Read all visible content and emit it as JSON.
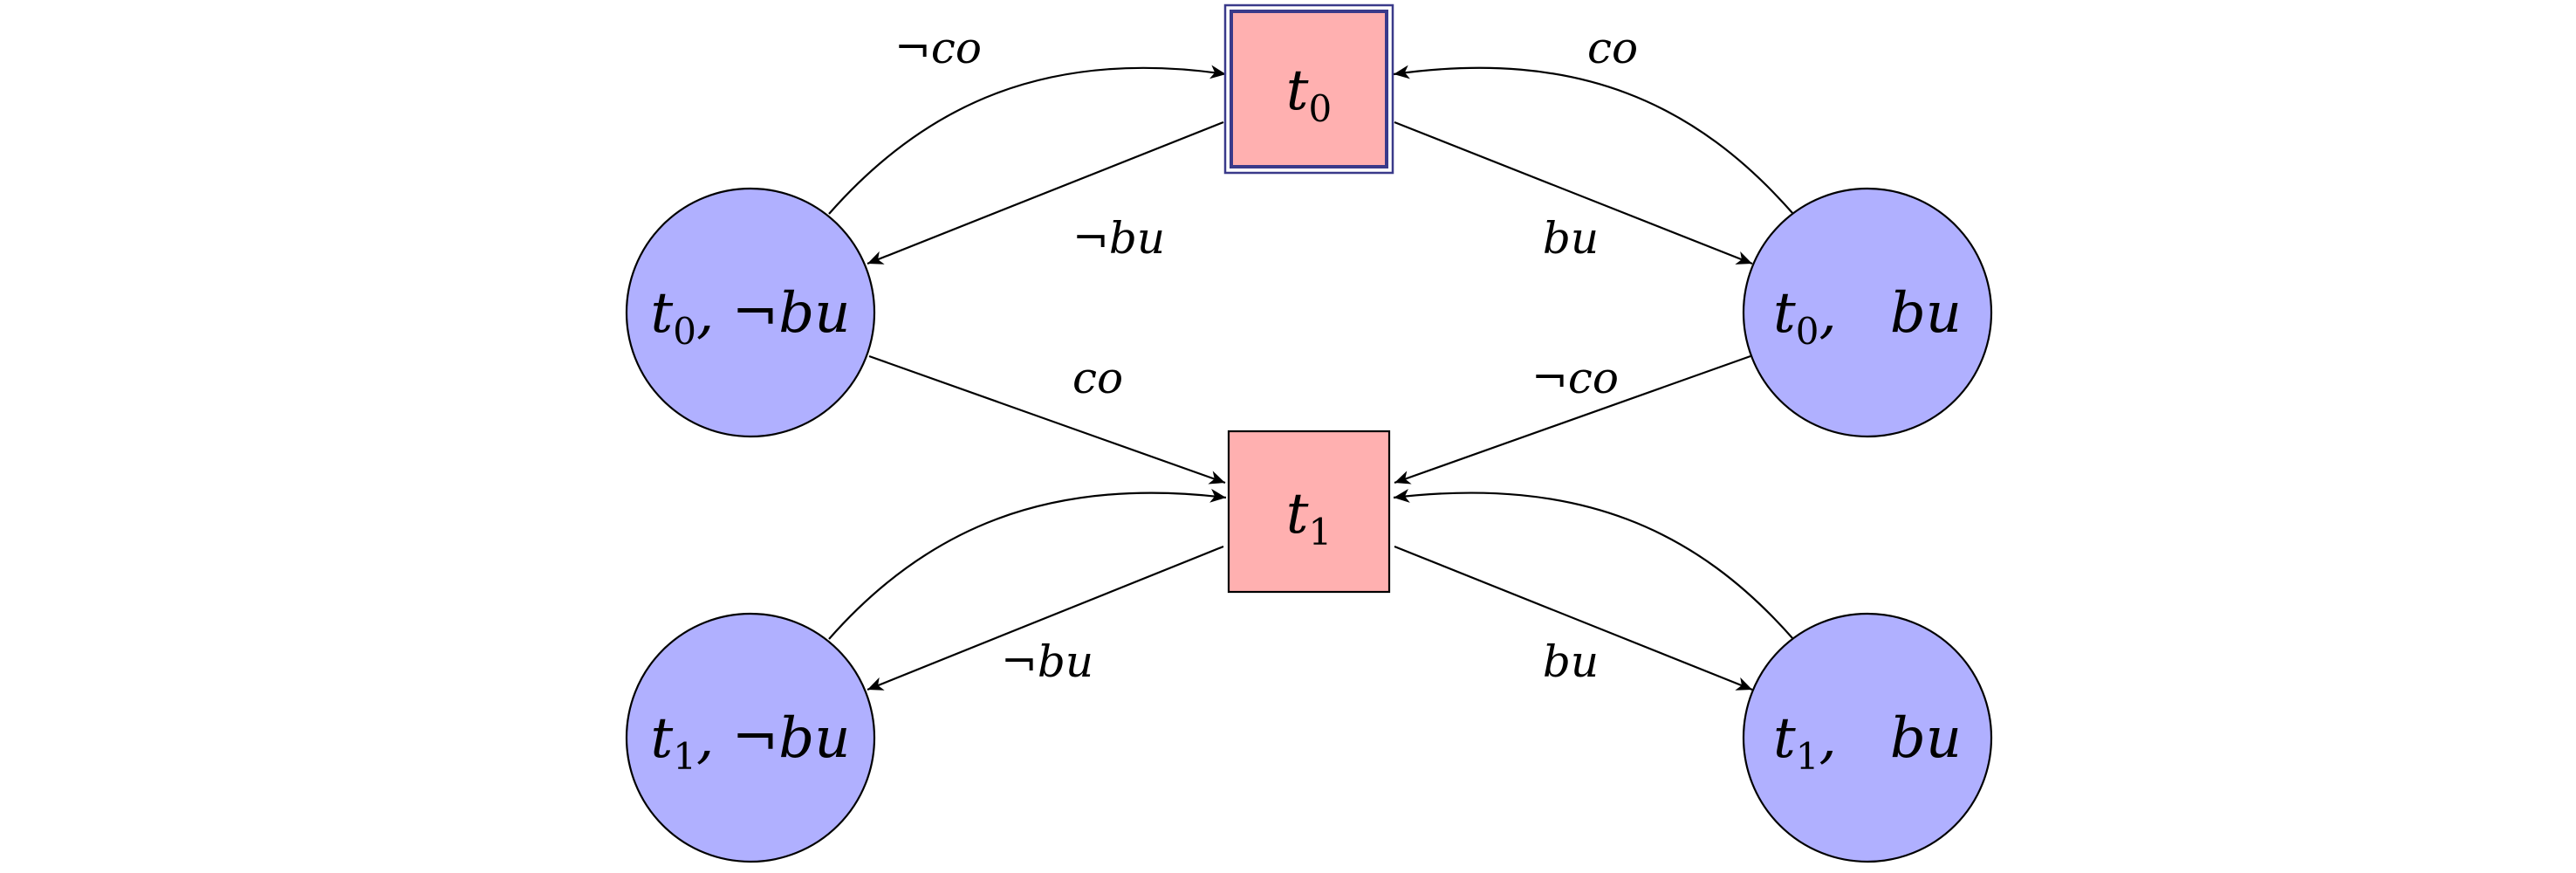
{
  "colors": {
    "state_fill": "#ffb0b0",
    "choice_fill": "#b0b0ff",
    "initial_border": "#3a3a8a"
  },
  "nodes": {
    "t0": {
      "base": "t",
      "sub": "0",
      "rest": ""
    },
    "t1": {
      "base": "t",
      "sub": "1",
      "rest": ""
    },
    "t0_not_bu": {
      "base": "t",
      "sub": "0",
      "rest": ", ¬bu"
    },
    "t0_bu": {
      "base": "t",
      "sub": "0",
      "rest": ",   bu"
    },
    "t1_not_bu": {
      "base": "t",
      "sub": "1",
      "rest": ", ¬bu"
    },
    "t1_bu": {
      "base": "t",
      "sub": "1",
      "rest": ",   bu"
    }
  },
  "edges": {
    "t0_not_bu_to_t0": "¬co",
    "t0_bu_to_t0": "co",
    "t0_to_t0_not_bu": "¬bu",
    "t0_to_t0_bu": "bu",
    "t0_not_bu_to_t1": "co",
    "t0_bu_to_t1": "¬co",
    "t1_to_t1_not_bu": "¬bu",
    "t1_to_t1_bu": "bu"
  }
}
